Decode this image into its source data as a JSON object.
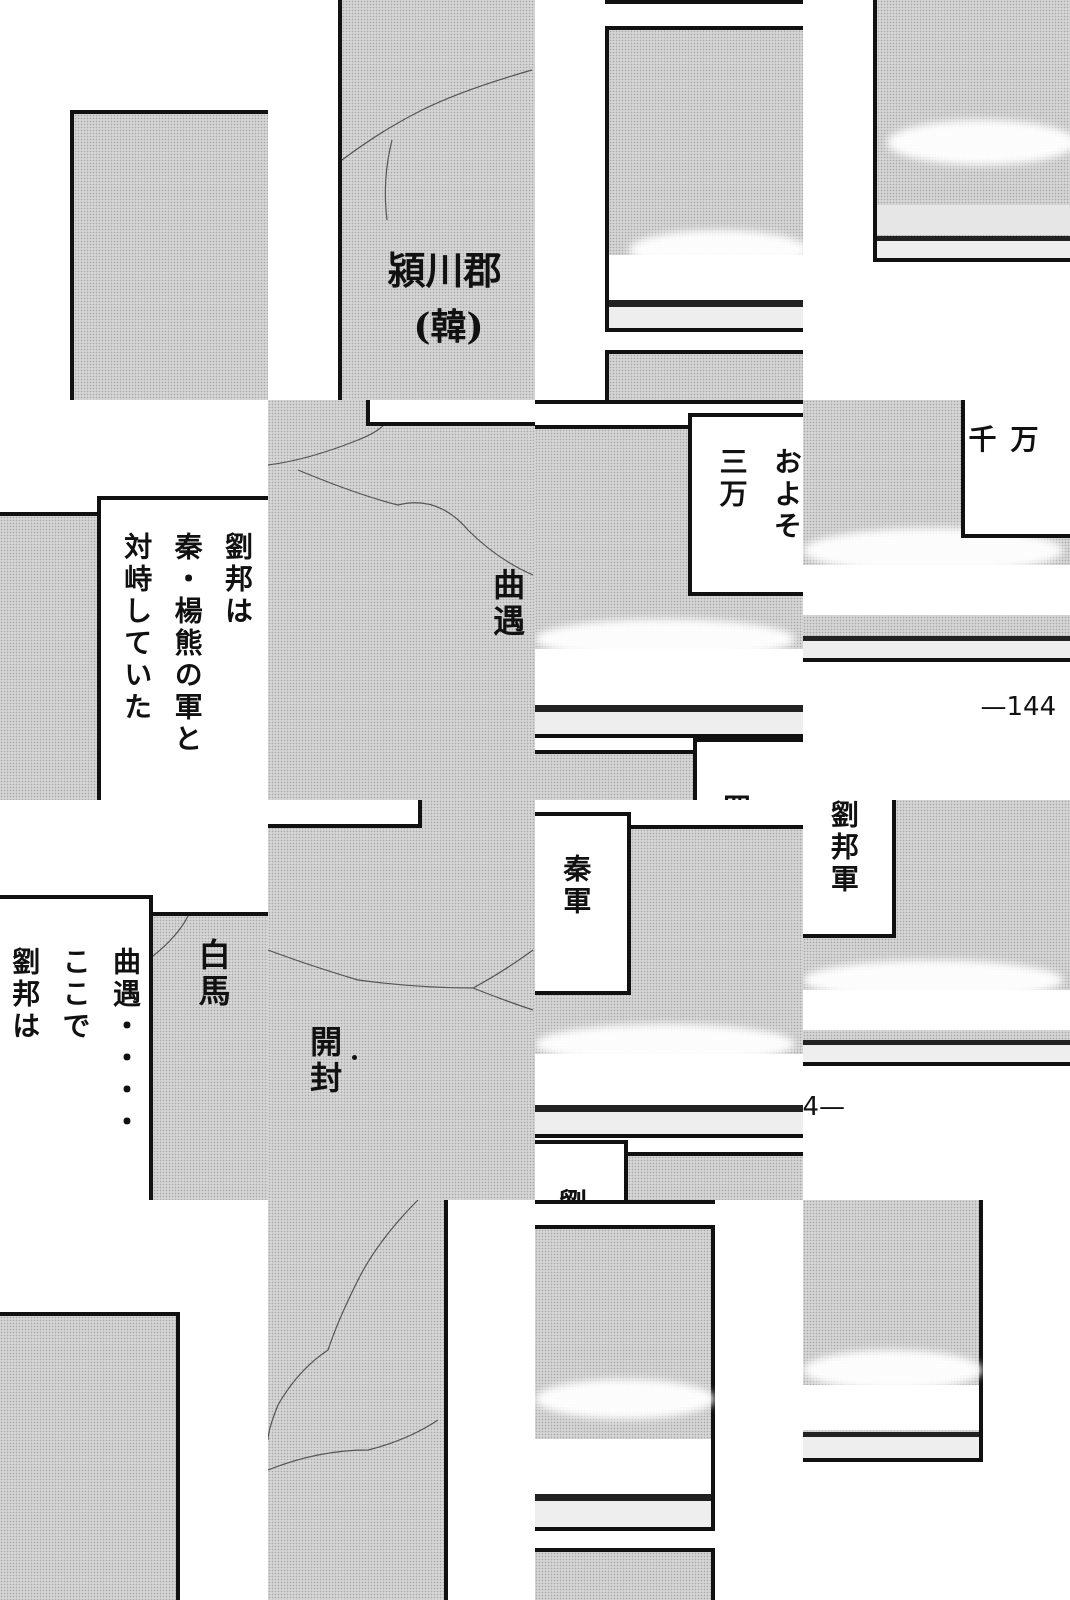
{
  "tiles": {
    "t01": {
      "place": "潁川郡",
      "country": "(韓)"
    },
    "t10": {
      "col1": "劉邦は",
      "col2": "秦・楊熊の軍と",
      "col3": "対峙していた"
    },
    "t11": {
      "place": "曲遇"
    },
    "t12": {
      "col1": "およそ",
      "col2": "三万",
      "col3": "四"
    },
    "t13": {
      "text": "千万",
      "page": "—144"
    },
    "t20": {
      "col1": "曲遇・・・・",
      "col2": "ここで",
      "col3": "劉邦は",
      "place": "白馬"
    },
    "t21": {
      "place": "開封"
    },
    "t22": {
      "text": "秦軍",
      "text2": "劉"
    },
    "t23": {
      "text": "劉邦軍",
      "page": "4—"
    }
  },
  "colors": {
    "ink": "#111111",
    "screentone": "#d6d6d6"
  }
}
